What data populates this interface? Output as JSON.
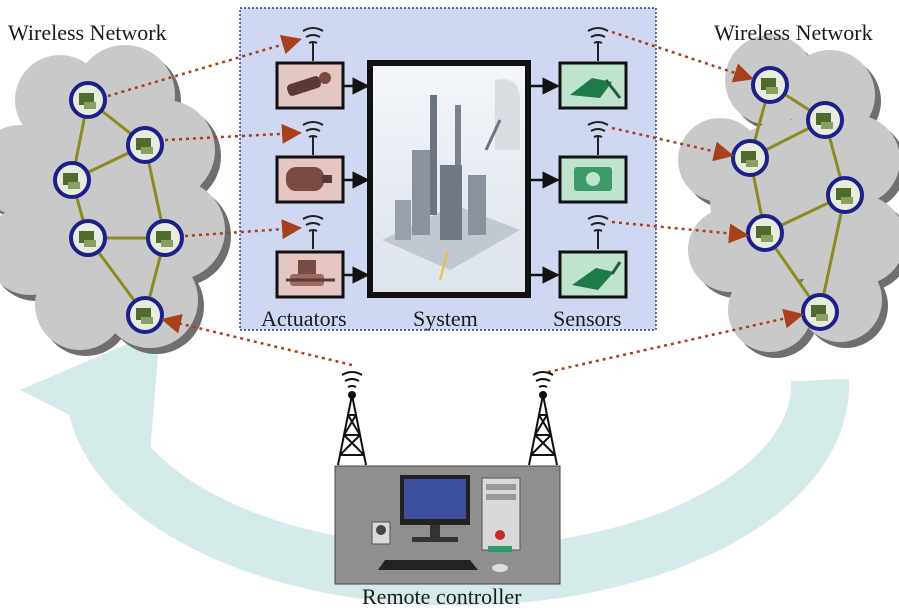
{
  "labels": {
    "wireless_network_left": "Wireless Network",
    "wireless_network_right": "Wireless Network",
    "actuators": "Actuators",
    "system": "System",
    "sensors": "Sensors",
    "remote_controller": "Remote controller"
  },
  "colors": {
    "panel_fill": "#cfd8f0",
    "panel_border": "#2a3d8c",
    "cloud_fill": "#c9c9c9",
    "node_ring": "#1d1f8a",
    "network_link": "#8c8a22",
    "dotted_link": "#a8401c",
    "cycle_arrow": "#cfe8e6",
    "controller_box": "#8f8f8f"
  },
  "icons": {
    "node": "sensor-node-icon",
    "tower": "radio-tower-icon",
    "signal": "wireless-signal-icon",
    "computer": "desktop-computer-icon",
    "plant": "industrial-plant-icon"
  }
}
